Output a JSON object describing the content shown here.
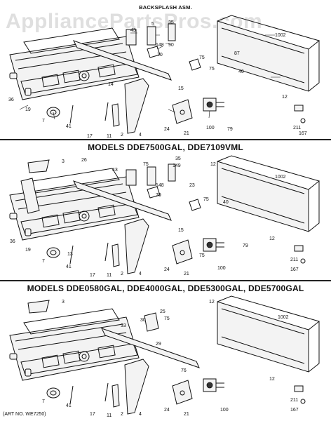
{
  "header": {
    "title_line_1": "",
    "title_line_2": "BACKSPLASH ASM.",
    "watermark": "AppliancePartsPros.com"
  },
  "sections": [
    {
      "title": "",
      "callouts": [
        "43",
        "5",
        "35",
        "148",
        "70",
        "90",
        "75",
        "87",
        "1002",
        "40",
        "14",
        "75",
        "36",
        "19",
        "15",
        "7",
        "41",
        "17",
        "11",
        "2",
        "4",
        "24",
        "21",
        "100",
        "79",
        "211",
        "167",
        "12"
      ]
    },
    {
      "title": "MODELS DDE7500GAL, DDE7109VML",
      "callouts": [
        "3",
        "26",
        "43",
        "75",
        "35",
        "149",
        "148",
        "70",
        "23",
        "75",
        "12",
        "1002",
        "40",
        "15",
        "36",
        "19",
        "7",
        "41",
        "13",
        "17",
        "11",
        "2",
        "4",
        "24",
        "21",
        "75",
        "100",
        "79",
        "12",
        "211",
        "167"
      ]
    },
    {
      "title": "MODELS DDE0580GAL, DDE4000GAL, DDE5300GAL, DDE5700GAL",
      "callouts": [
        "3",
        "30",
        "25",
        "75",
        "33",
        "12",
        "1002",
        "29",
        "7",
        "41",
        "17",
        "11",
        "2",
        "4",
        "76",
        "24",
        "21",
        "100",
        "12",
        "211",
        "167"
      ]
    }
  ],
  "footer": {
    "art_number": "(ART NO. WE7250)"
  }
}
